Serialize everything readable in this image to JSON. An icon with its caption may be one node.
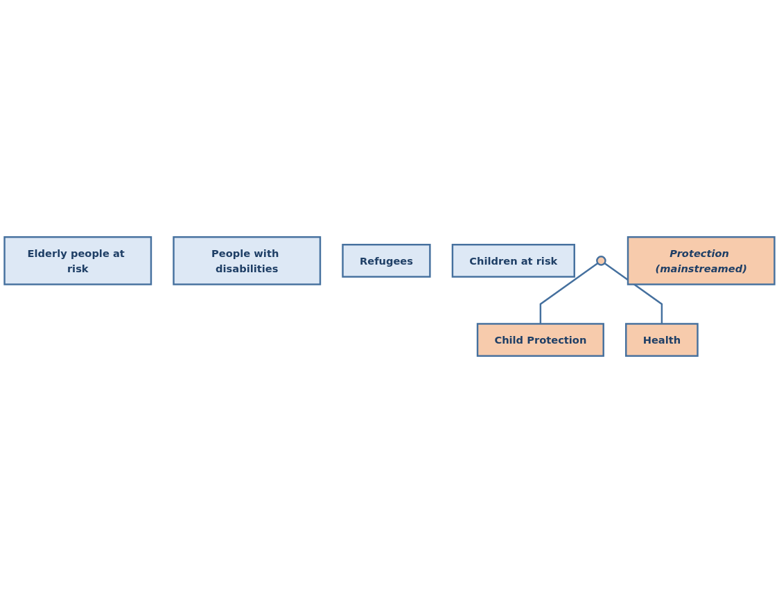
{
  "diagram": {
    "nodes": [
      {
        "text": [
          "Elderly people at risk"
        ]
      },
      {
        "text": [
          "People with disabilities"
        ]
      },
      {
        "text": [
          "Refugees"
        ]
      },
      {
        "text": [
          "Children at risk"
        ]
      },
      {
        "text": [],
        "shape": "circle"
      },
      {
        "text": [
          "Child Protection"
        ]
      },
      {
        "text": [
          "Health"
        ]
      },
      {
        "text": [
          "Protection (mainstreamed)"
        ]
      }
    ],
    "edges": [
      {
        "from": 4,
        "to": 5,
        "arrow": "none"
      },
      {
        "from": 4,
        "to": 6,
        "arrow": "none"
      }
    ]
  }
}
